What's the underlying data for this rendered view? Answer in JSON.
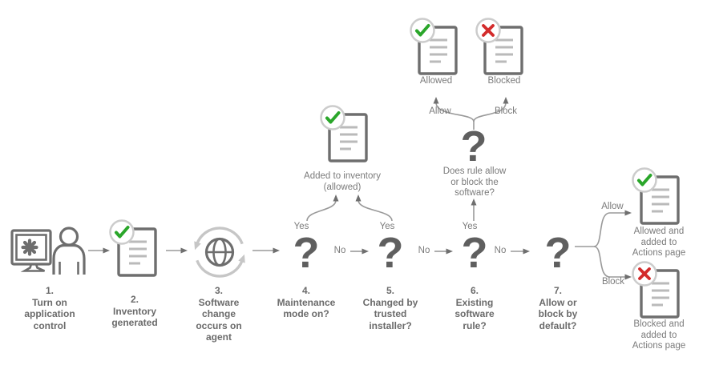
{
  "glyphs": {
    "question_mark": "?"
  },
  "steps": [
    {
      "label": "1.\nTurn on\napplication\ncontrol",
      "icon": "monitor-user-icon"
    },
    {
      "label": "2.\nInventory\ngenerated",
      "icon": "document-check-icon"
    },
    {
      "label": "3.\nSoftware\nchange\noccurs on\nagent",
      "icon": "sync-globe-icon"
    },
    {
      "label": "4.\nMaintenance\nmode on?",
      "icon": "question-mark"
    },
    {
      "label": "5.\nChanged by\ntrusted\ninstaller?",
      "icon": "question-mark"
    },
    {
      "label": "6.\nExisting\nsoftware\nrule?",
      "icon": "question-mark"
    },
    {
      "label": "7.\nAllow or\nblock by\ndefault?",
      "icon": "question-mark"
    }
  ],
  "branch_labels": {
    "yes": "Yes",
    "no": "No",
    "allow": "Allow",
    "block": "Block"
  },
  "outcomes": {
    "added_to_inventory": "Added to inventory\n(allowed)",
    "rule_question": "Does rule allow\nor block the\nsoftware?",
    "allowed": "Allowed",
    "blocked": "Blocked",
    "allowed_actions": "Allowed and\nadded to\nActions page",
    "blocked_actions": "Blocked and\nadded to\nActions page"
  },
  "colors": {
    "icon_dark": "#6e6e6e",
    "icon_light": "#c6c6c6",
    "arrow_line": "#9a9a9a",
    "arrow_head": "#6f6f6f",
    "doc_border": "#6e6e6e",
    "doc_lines": "#bababa",
    "badge_ring": "#cccccc",
    "check_green": "#2aa62a",
    "cross_red": "#d32b2b",
    "step_label_gray": "#6b6b6b",
    "note_gray": "#7b7b7b",
    "qm_gray": "#5f5f5f"
  }
}
